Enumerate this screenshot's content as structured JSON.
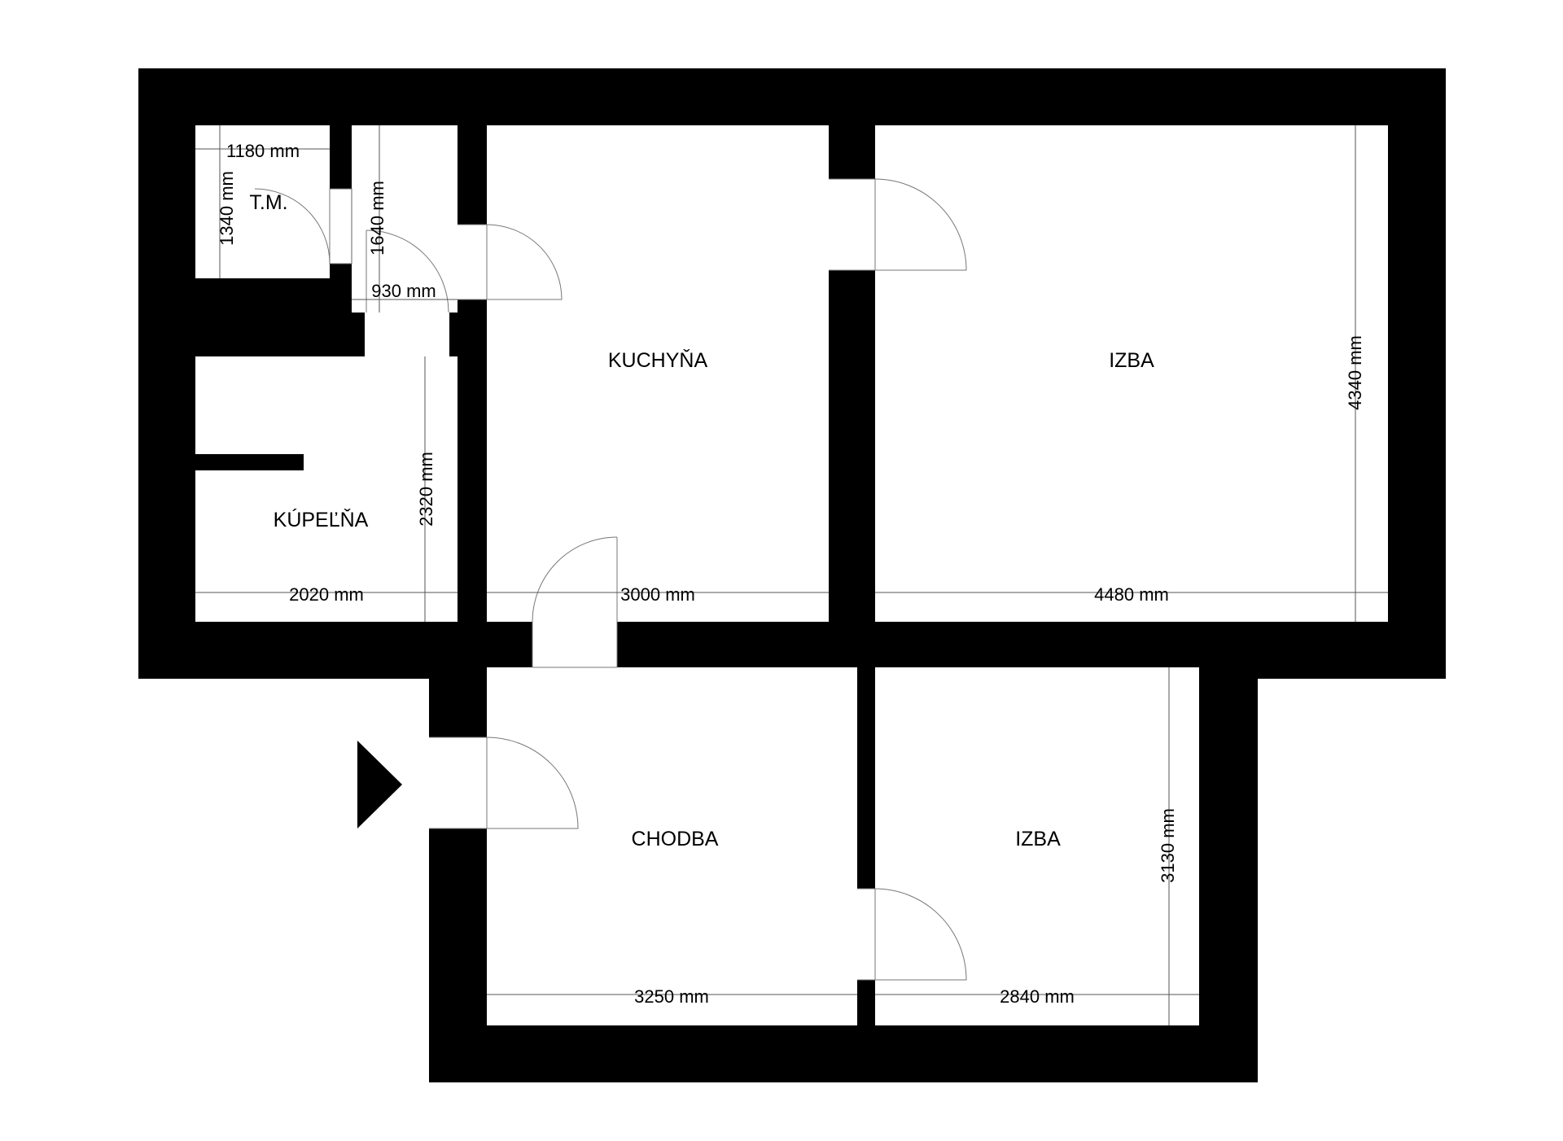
{
  "rooms": {
    "tm": "T.M.",
    "kuchyna": "KUCHYŇA",
    "izba_large": "IZBA",
    "kupelna": "KÚPEĽŇA",
    "chodba": "CHODBA",
    "izba_small": "IZBA"
  },
  "dimensions": {
    "tm_width": "1180 mm",
    "tm_height": "1340 mm",
    "hall_small_height": "1640 mm",
    "hall_small_width": "930 mm",
    "kuchyna_width": "3000 mm",
    "izba_large_width": "4480 mm",
    "izba_large_height": "4340 mm",
    "kupelna_width": "2020 mm",
    "kupelna_height": "2320 mm",
    "chodba_width": "3250 mm",
    "izba_small_width": "2840 mm",
    "izba_small_height": "3130 mm"
  },
  "icons": {
    "entrance": "entrance-arrow-icon"
  },
  "colors": {
    "wall": "#000000",
    "floor": "#ffffff",
    "lines": "#555555"
  }
}
